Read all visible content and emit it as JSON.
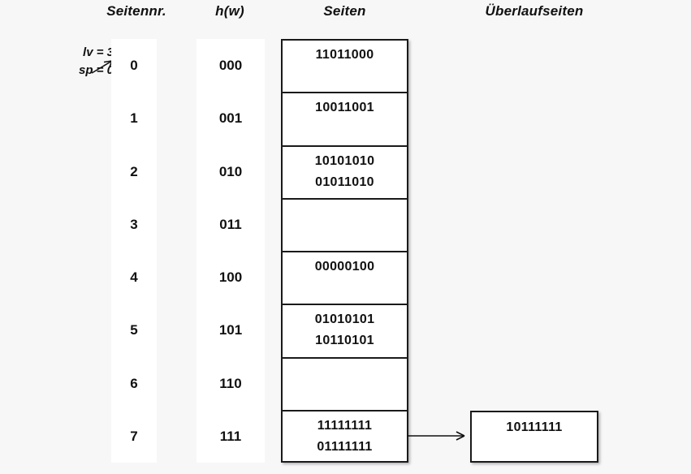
{
  "headers": {
    "seitennr": "Seitennr.",
    "hw": "h(w)",
    "seiten": "Seiten",
    "ueberlaufseiten": "Überlaufseiten"
  },
  "params": {
    "lv": "lv = 3",
    "sp": "sp = 0",
    "pointer_target_row": 0,
    "arrow_icon": "arrow-right-icon"
  },
  "colors": {
    "background": "#f7f7f7",
    "band": "#ffffff",
    "box_border": "#1a1a1a",
    "text": "#111111"
  },
  "rows": [
    {
      "seitennr": "0",
      "hw": "000",
      "entries": [
        "11011000"
      ]
    },
    {
      "seitennr": "1",
      "hw": "001",
      "entries": [
        "10011001"
      ]
    },
    {
      "seitennr": "2",
      "hw": "010",
      "entries": [
        "10101010",
        "01011010"
      ]
    },
    {
      "seitennr": "3",
      "hw": "011",
      "entries": []
    },
    {
      "seitennr": "4",
      "hw": "100",
      "entries": [
        "00000100"
      ]
    },
    {
      "seitennr": "5",
      "hw": "101",
      "entries": [
        "01010101",
        "10110101"
      ]
    },
    {
      "seitennr": "6",
      "hw": "110",
      "entries": []
    },
    {
      "seitennr": "7",
      "hw": "111",
      "entries": [
        "11111111",
        "01111111"
      ]
    }
  ],
  "overflow": {
    "from_row": 7,
    "arrow_icon": "arrow-right-icon",
    "entries": [
      "10111111"
    ]
  }
}
